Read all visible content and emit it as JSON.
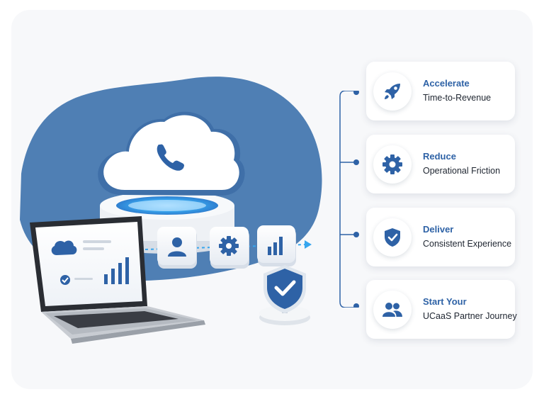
{
  "colors": {
    "accent": "#2e62a6",
    "blob": "#4f7fb4",
    "glow": "#37a6ee",
    "text_dark": "#1e2530"
  },
  "illustration": {
    "icons": [
      "cloud-icon",
      "phone-icon",
      "user-icon",
      "gear-icon",
      "bar-chart-icon",
      "shield-check-icon",
      "laptop-icon"
    ]
  },
  "cards": [
    {
      "title": "Accelerate",
      "subtitle": "Time-to-Revenue",
      "icon": "rocket-icon"
    },
    {
      "title": "Reduce",
      "subtitle": "Operational Friction",
      "icon": "gear-icon"
    },
    {
      "title": "Deliver",
      "subtitle": "Consistent Experience",
      "icon": "shield-check-icon"
    },
    {
      "title": "Start Your",
      "subtitle": "UCaaS Partner Journey",
      "icon": "users-icon"
    }
  ]
}
